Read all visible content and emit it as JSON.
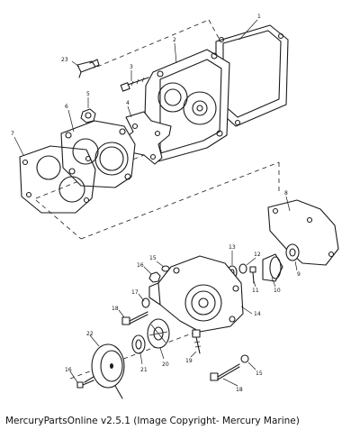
{
  "caption": "MercuryPartsOnline v2.5.1 (Image Copyright- Mercury Marine)",
  "callouts": {
    "c1": "1",
    "c2": "2",
    "c3": "3",
    "c4": "4",
    "c5": "5",
    "c6": "6",
    "c7": "7",
    "c8": "8",
    "c9": "9",
    "c10": "10",
    "c11": "11",
    "c12": "12",
    "c13": "13",
    "c14": "14",
    "c15a": "15",
    "c15b": "15",
    "c16a": "16",
    "c16b": "16",
    "c17": "17",
    "c18a": "18",
    "c18b": "18",
    "c19": "19",
    "c20": "20",
    "c21": "21",
    "c22": "22",
    "c23": "23"
  }
}
